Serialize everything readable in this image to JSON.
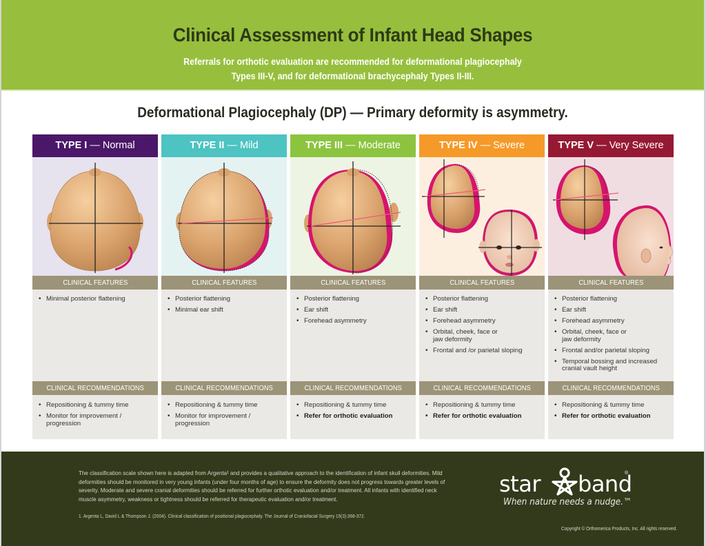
{
  "header": {
    "title": "Clinical Assessment of Infant Head Shapes",
    "subtitle_line1": "Referrals for orthotic evaluation are recommended for deformational plagiocephaly",
    "subtitle_line2": "Types III-V, and for deformational brachycephaly Types II-III."
  },
  "section": {
    "title": "Deformational Plagiocephaly (DP) — Primary deformity is asymmetry."
  },
  "colors": {
    "header_green": "#97bf3d",
    "footer_dark": "#323a1b",
    "section_head_taupe": "#9c9478",
    "flattening_magenta": "#d6146e"
  },
  "columns": [
    {
      "type": "TYPE I",
      "severity": "Normal",
      "head_color": "#4b1769",
      "bg_color": "#e6e2ee",
      "features_label": "CLINICAL FEATURES",
      "features": [
        "Minimal posterior flattening"
      ],
      "recs_label": "CLINICAL RECOMMENDATIONS",
      "recs": [
        "Repositioning & tummy time",
        "Monitor for improvement / progression"
      ]
    },
    {
      "type": "TYPE II",
      "severity": "Mild",
      "head_color": "#4dc3c2",
      "bg_color": "#e4f3f2",
      "features_label": "CLINICAL FEATURES",
      "features": [
        "Posterior flattening",
        "Minimal ear shift"
      ],
      "recs_label": "CLINICAL RECOMMENDATIONS",
      "recs": [
        "Repositioning & tummy time",
        "Monitor for improvement / progression"
      ]
    },
    {
      "type": "TYPE III",
      "severity": "Moderate",
      "head_color": "#8cc43f",
      "bg_color": "#eef4e4",
      "features_label": "CLINICAL FEATURES",
      "features": [
        "Posterior flattening",
        "Ear shift",
        "Forehead asymmetry"
      ],
      "recs_label": "CLINICAL RECOMMENDATIONS",
      "recs": [
        "Repositioning & tummy time",
        "Refer for orthotic evaluation"
      ]
    },
    {
      "type": "TYPE IV",
      "severity": "Severe",
      "head_color": "#f59a28",
      "bg_color": "#fcefdf",
      "features_label": "CLINICAL FEATURES",
      "features": [
        "Posterior flattening",
        "Ear shift",
        "Forehead asymmetry",
        "Orbital, cheek, face or jaw deformity",
        "Frontal and /or parietal sloping"
      ],
      "recs_label": "CLINICAL RECOMMENDATIONS",
      "recs": [
        "Repositioning & tummy time",
        "Refer for orthotic evaluation"
      ]
    },
    {
      "type": "TYPE V",
      "severity": "Very Severe",
      "head_color": "#961934",
      "bg_color": "#f0dde2",
      "features_label": "CLINICAL FEATURES",
      "features": [
        "Posterior flattening",
        "Ear shift",
        "Forehead asymmetry",
        "Orbital, cheek, face or jaw deformity",
        "Frontal and/or parietal sloping",
        "Temporal bossing and increased cranial vault height"
      ],
      "recs_label": "CLINICAL RECOMMENDATIONS",
      "recs": [
        "Repositioning & tummy time",
        "Refer for orthotic evaluation"
      ]
    }
  ],
  "footer": {
    "paragraph": "The classification scale shown here is adapted from Argenta¹ and provides a qualitative approach to the identification of infant skull deformities. Mild deformities should be monitored in very young infants (under four months of age) to ensure the deformity does not progress towards greater levels of severity. Moderate and severe cranial deformities should be referred for further orthotic evaluation and/or treatment. All infants with identified neck muscle asymmetry, weakness or tightness should be referred for therapeutic evaluation and/or treatment.",
    "reference": "1.  Argenta L, David L & Thompson J. (2004). Clinical classification of positional plagiocephaly. The Journal of Craniofacial Surgery 15(3):368-372.",
    "logo_left": "star",
    "logo_right": "band",
    "logo_registered": "®",
    "tagline": "When nature needs a nudge.™",
    "copyright": "Copyright ©  Orthomerica Products, Inc. All rights reserved."
  }
}
